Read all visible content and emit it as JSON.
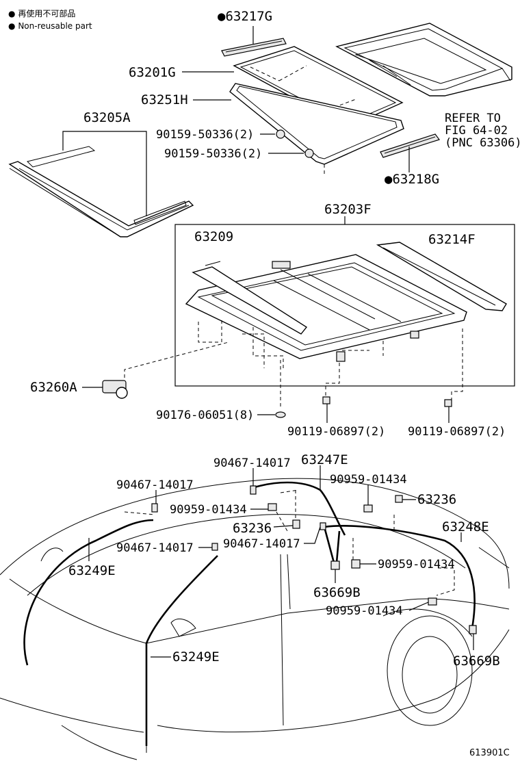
{
  "legend": {
    "items": [
      {
        "bullet": "●",
        "text": "再使用不可部品"
      },
      {
        "bullet": "●",
        "text": "Non-reusable part"
      }
    ]
  },
  "labels": {
    "p63217g": "●63217G",
    "p63201g": "63201G",
    "p63251h": "63251H",
    "p63205a": "63205A",
    "p90159a": "90159-50336(2)",
    "p90159b": "90159-50336(2)",
    "refer1": "REFER TO",
    "refer2": "FIG 64-02",
    "refer3": "(PNC 63306)",
    "p63218g": "●63218G",
    "p63203f": "63203F",
    "p63209": "63209",
    "p63214f": "63214F",
    "p63260a": "63260A",
    "p90176": "90176-06051(8)",
    "p90119a": "90119-06897(2)",
    "p90119b": "90119-06897(2)",
    "p90467a": "90467-14017",
    "p63247e": "63247E",
    "p90959a": "90959-01434",
    "p90467b": "90467-14017",
    "p63236a": "63236",
    "p90959b": "90959-01434",
    "p63236b": "63236",
    "p63248e": "63248E",
    "p90467c": "90467-14017",
    "p90467d": "90467-14017",
    "p63249ea": "63249E",
    "p90959c": "90959-01434",
    "p63669ba": "63669B",
    "p90959d": "90959-01434",
    "p63249eb": "63249E",
    "p63669bb": "63669B"
  },
  "figure_id": "613901C"
}
